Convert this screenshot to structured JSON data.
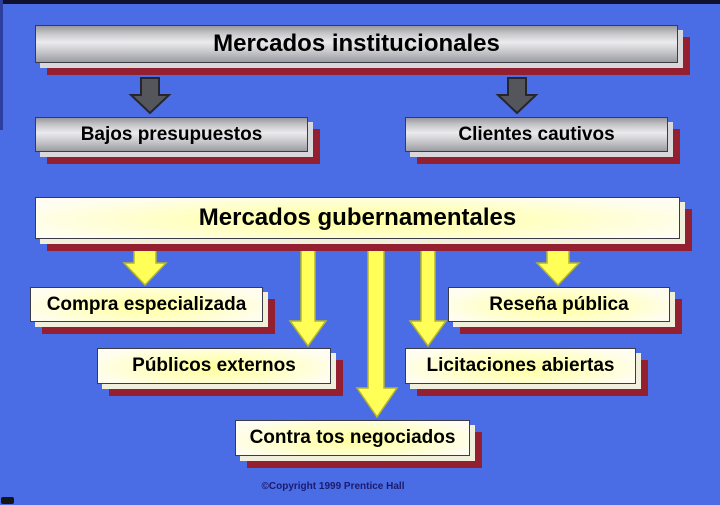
{
  "boxes": {
    "institucionales": {
      "label": "Mercados institucionales"
    },
    "bajos": {
      "label": "Bajos presupuestos"
    },
    "clientes": {
      "label": "Clientes cautivos"
    },
    "gubernamentales": {
      "label": "Mercados gubernamentales"
    },
    "compra": {
      "label": "Compra especializada"
    },
    "resena": {
      "label": "Reseña pública"
    },
    "publicos": {
      "label": "Públicos externos"
    },
    "licitaciones": {
      "label": "Licitaciones abiertas"
    },
    "contratos": {
      "label": "Contra tos negociados"
    }
  },
  "footer": {
    "copyright": "©Copyright 1999 Prentice Hall"
  },
  "colors": {
    "background": "#4a6ce4",
    "edge_top": "#10102f",
    "edge_left": "#2c3f9e",
    "shadow_maroon": "#931f30",
    "arrow_gray": "#55555c",
    "arrow_gray_outline": "#25252b",
    "arrow_yellow": "#ffff57",
    "arrow_yellow_outline": "#b5b52a",
    "highlight_yellow": "#ffff9e",
    "box_text": "#000000",
    "copyright_text": "#1b1b6e"
  }
}
